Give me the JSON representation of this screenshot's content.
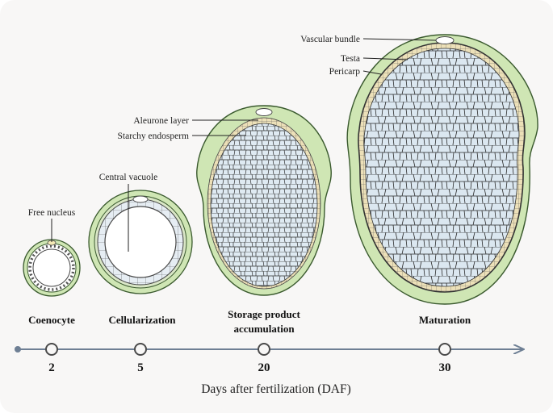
{
  "labels": {
    "free_nucleus": "Free nucleus",
    "central_vacuole": "Central vacuole",
    "aleurone_layer": "Aleurone layer",
    "starchy_endosperm": "Starchy endosperm",
    "vascular_bundle": "Vascular bundle",
    "testa": "Testa",
    "pericarp": "Pericarp"
  },
  "stages": [
    {
      "name": "Coenocyte",
      "day": "2"
    },
    {
      "name": "Cellularization",
      "day": "5"
    },
    {
      "name": "Storage product",
      "name2": "accumulation",
      "day": "20"
    },
    {
      "name": "Maturation",
      "day": "30"
    }
  ],
  "axis": {
    "title": "Days after fertilization (DAF)"
  },
  "colors": {
    "pericarp": "#cfe6b4",
    "pericarp_edge": "#3a5a2e",
    "aleurone": "#e9ddb4",
    "endosperm": "#dde9f1",
    "cell_line": "#2a2a2a",
    "axis": "#6e7f94"
  }
}
